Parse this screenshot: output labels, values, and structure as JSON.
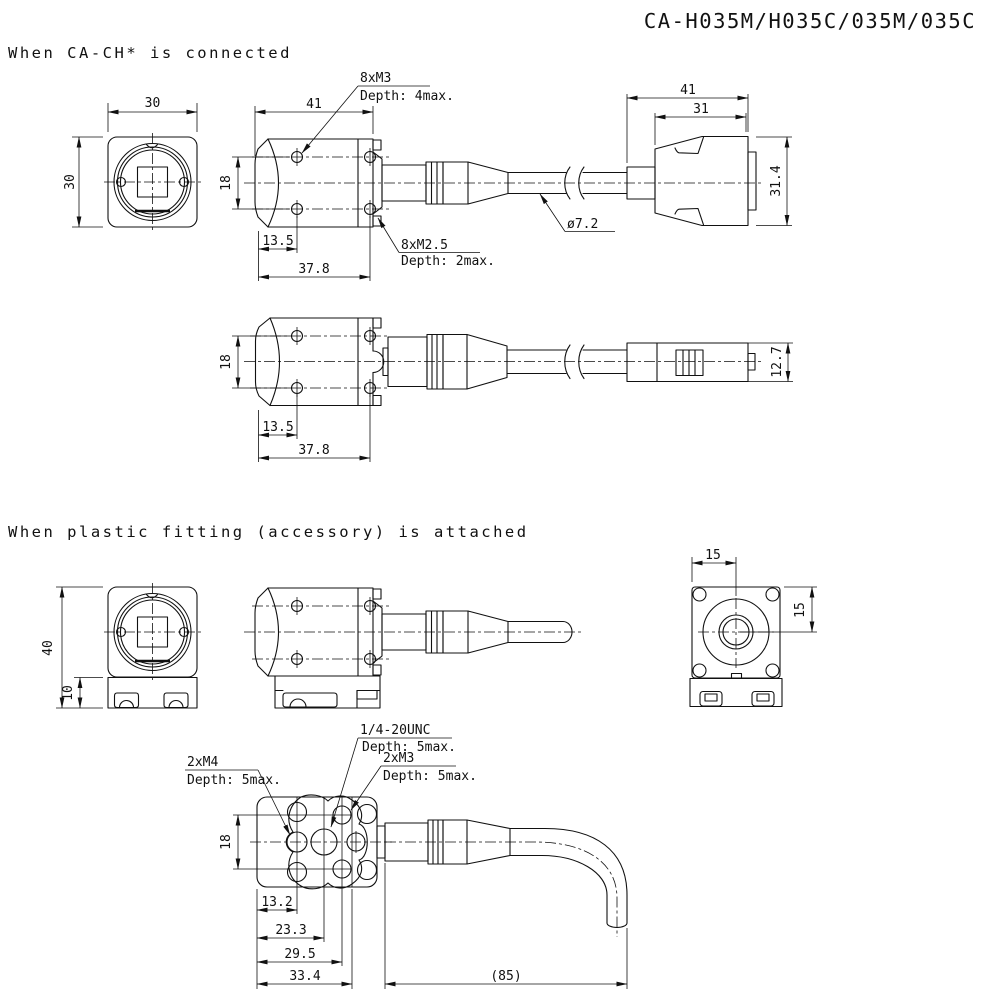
{
  "title": "CA-H035M/H035C/035M/035C",
  "colors": {
    "line": "#111111",
    "background": "#ffffff"
  },
  "section1": {
    "heading": "When CA-CH* is connected",
    "front": {
      "dim_width": "30",
      "dim_height": "30"
    },
    "side": {
      "dim_41": "41",
      "dim_18": "18",
      "dim_13_5": "13.5",
      "dim_37_8": "37.8",
      "thread_top": "8xM3",
      "thread_top_depth": "Depth: 4max.",
      "thread_side": "8xM2.5",
      "thread_side_depth": "Depth: 2max.",
      "cable_dia": "ø7.2"
    },
    "connector": {
      "dim_41": "41",
      "dim_31": "31",
      "dim_31_4": "31.4"
    },
    "top": {
      "dim_18": "18",
      "dim_13_5": "13.5",
      "dim_37_8": "37.8",
      "conn_dim_12_7": "12.7"
    }
  },
  "section2": {
    "heading": "When plastic fitting (accessory) is attached",
    "front": {
      "dim_40": "40",
      "dim_10": "10"
    },
    "rear": {
      "dim_15_h": "15",
      "dim_15_v": "15"
    },
    "bottom": {
      "tripod_thread": "1/4-20UNC",
      "tripod_depth": "Depth: 5max.",
      "m4_thread": "2xM4",
      "m4_depth": "Depth: 5max.",
      "m3_thread": "2xM3",
      "m3_depth": "Depth: 5max.",
      "dim_18": "18",
      "dim_13_2": "13.2",
      "dim_23_3": "23.3",
      "dim_29_5": "29.5",
      "dim_33_4": "33.4",
      "dim_85": "(85)"
    }
  }
}
